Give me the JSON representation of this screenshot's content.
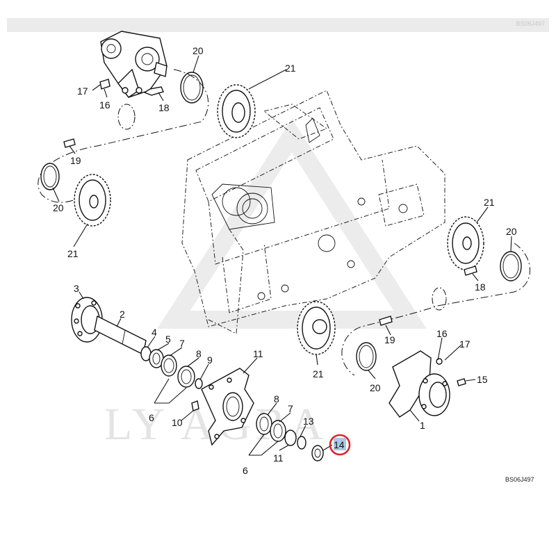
{
  "header": {
    "text": "BS06J497"
  },
  "watermark": "LY AGRA",
  "drawing_code": "BS06J497",
  "callouts": [
    {
      "id": "c20a",
      "label": "20"
    },
    {
      "id": "c21a",
      "label": "21"
    },
    {
      "id": "c17a",
      "label": "17"
    },
    {
      "id": "c16a",
      "label": "16"
    },
    {
      "id": "c18a",
      "label": "18"
    },
    {
      "id": "c19a",
      "label": "19"
    },
    {
      "id": "c20b",
      "label": "20"
    },
    {
      "id": "c21b",
      "label": "21"
    },
    {
      "id": "c21c",
      "label": "21"
    },
    {
      "id": "c20c",
      "label": "20"
    },
    {
      "id": "c18b",
      "label": "18"
    },
    {
      "id": "c3",
      "label": "3"
    },
    {
      "id": "c2",
      "label": "2"
    },
    {
      "id": "c4",
      "label": "4"
    },
    {
      "id": "c5a",
      "label": "5"
    },
    {
      "id": "c7a",
      "label": "7"
    },
    {
      "id": "c8a",
      "label": "8"
    },
    {
      "id": "c9",
      "label": "9"
    },
    {
      "id": "c6a",
      "label": "6"
    },
    {
      "id": "c10",
      "label": "10"
    },
    {
      "id": "c11a",
      "label": "11"
    },
    {
      "id": "c19b",
      "label": "19"
    },
    {
      "id": "c16b",
      "label": "16"
    },
    {
      "id": "c17b",
      "label": "17"
    },
    {
      "id": "c15",
      "label": "15"
    },
    {
      "id": "c21d",
      "label": "21"
    },
    {
      "id": "c20d",
      "label": "20"
    },
    {
      "id": "c1",
      "label": "1"
    },
    {
      "id": "c8b",
      "label": "8"
    },
    {
      "id": "c7b",
      "label": "7"
    },
    {
      "id": "c13",
      "label": "13"
    },
    {
      "id": "c11b",
      "label": "11"
    },
    {
      "id": "c6b",
      "label": "6"
    },
    {
      "id": "c14",
      "label": "14"
    }
  ],
  "highlight": {
    "callout": "14",
    "color": "#d9262c",
    "fill": "#a9c8e6"
  }
}
